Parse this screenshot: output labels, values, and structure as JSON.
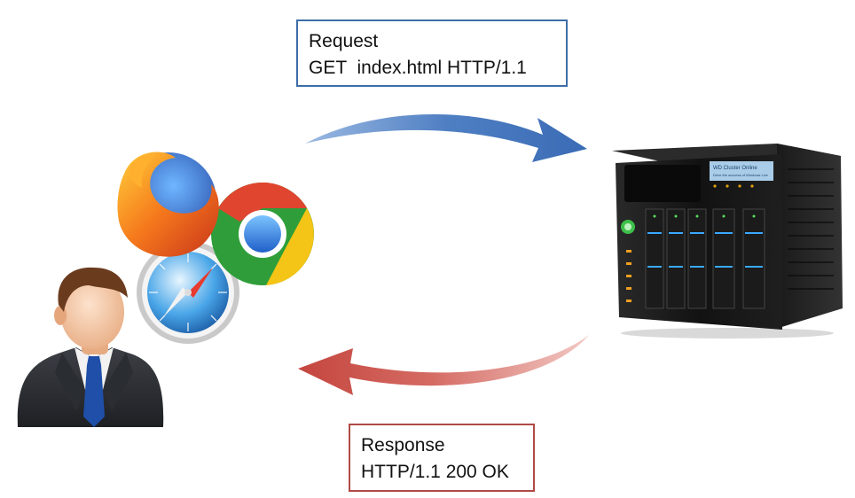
{
  "request": {
    "title": "Request",
    "line": "GET  index.html HTTP/1.1"
  },
  "response": {
    "title": "Response",
    "line": "HTTP/1.1 200 OK"
  },
  "server_screen": {
    "title": "WD Cluster Online",
    "subtitle": "Drive the success of Windows Live"
  },
  "colors": {
    "request_arrow": "#4a7cc0",
    "response_arrow": "#c9524b",
    "request_border": "#3e6ea8",
    "response_border": "#b04a45"
  },
  "icons": [
    "user-icon",
    "firefox-icon",
    "chrome-icon",
    "safari-icon",
    "server-icon"
  ]
}
